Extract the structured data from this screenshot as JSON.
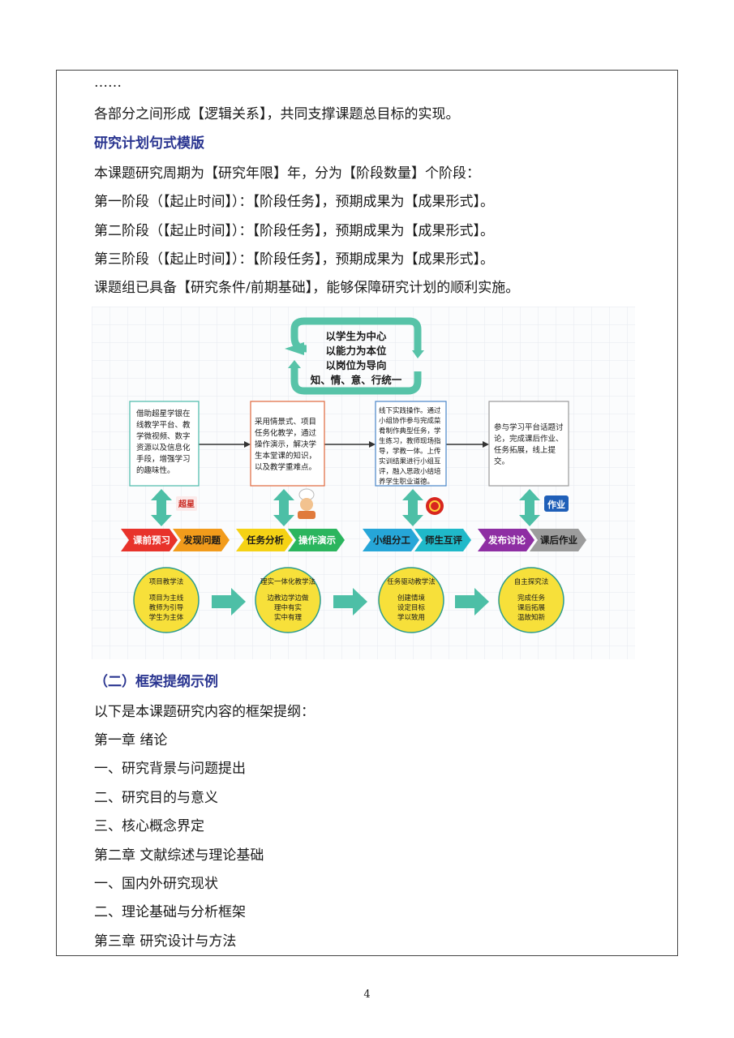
{
  "lines": [
    "……",
    "各部分之间形成【逻辑关系】，共同支撑课题总目标的实现。",
    "研究计划句式模版",
    "本课题研究周期为【研究年限】年，分为【阶段数量】个阶段：",
    "第一阶段（【起止时间】）：【阶段任务】，预期成果为【成果形式】。",
    "第二阶段（【起止时间】）：【阶段任务】，预期成果为【成果形式】。",
    "第三阶段（【起止时间】）：【阶段任务】，预期成果为【成果形式】。",
    "课题组已具备【研究条件/前期基础】，能够保障研究计划的顺利实施。"
  ],
  "lines2": [
    "（二）框架提纲示例",
    "以下是本课题研究内容的框架提纲：",
    "第一章  绪论",
    "一、研究背景与问题提出",
    "二、研究目的与意义",
    "三、核心概念界定",
    "第二章  文献综述与理论基础",
    "一、国内外研究现状",
    "二、理论基础与分析框架",
    "第三章  研究设计与方法"
  ],
  "page_number": "4",
  "diagram": {
    "cycle": [
      "以学生为中心",
      "以能力为本位",
      "以岗位为导向",
      "知、情、意、行统一"
    ],
    "boxes": [
      [
        "借助超星学银在",
        "线教学平台、教",
        "学微视频、数字",
        "资源以及信息化",
        "手段，增强学习",
        "的趣味性。"
      ],
      [
        "采用情景式、项目",
        "任务化教学，通过",
        "操作演示，解决学",
        "生本堂课的知识，",
        "以及教学重难点。"
      ],
      [
        "线下实践操作。通过",
        "小组协作参与完成菜",
        "肴制作典型任务，学",
        "生练习，教师现场指",
        "导，学教一体。上传",
        "实训结果进行小组互",
        "评，融入思政小结培",
        "养学生职业道德。"
      ],
      [
        "参与学习平台话题讨",
        "论，完成课后作业、",
        "任务拓展，线上提",
        "交。"
      ]
    ],
    "badges": [
      "超星",
      "作业"
    ],
    "chevrons": [
      "课前预习",
      "发现问题",
      "任务分析",
      "操作演示",
      "小组分工",
      "师生互评",
      "发布讨论",
      "课后作业"
    ],
    "circles": [
      {
        "title": "项目教学法",
        "lines": [
          "项目为主线",
          "教师为引导",
          "学生为主体"
        ]
      },
      {
        "title": "理实一体化教学法",
        "lines": [
          "边教边学边做",
          "理中有实",
          "实中有理"
        ]
      },
      {
        "title": "任务驱动教学法",
        "lines": [
          "创建情境",
          "设定目标",
          "学以致用"
        ]
      },
      {
        "title": "自主探究法",
        "lines": [
          "完成任务",
          "课后拓展",
          "温故知新"
        ]
      }
    ],
    "colors": {
      "cycle_arrow": "#57c3a8",
      "box_borders": [
        "#4ab9a9",
        "#e0683c",
        "#4a86c8",
        "#9a9a9a"
      ],
      "chevrons": [
        "#e8332b",
        "#f29b1b",
        "#f5d215",
        "#2bb55e",
        "#26a6d8",
        "#1fb9c9",
        "#8e2ea3",
        "#9c9c9c"
      ],
      "circle_fill": "#f7e03a",
      "circle_stroke": "#2d9b8c",
      "link_arrow": "#4dbfa6"
    }
  }
}
